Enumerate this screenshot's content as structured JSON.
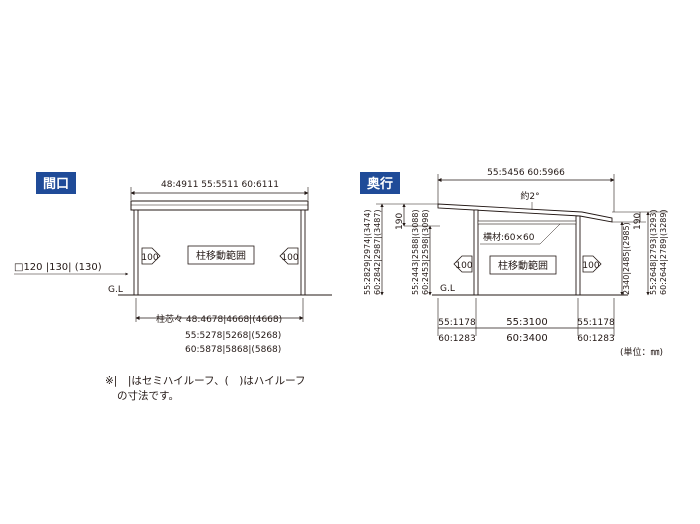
{
  "frontage": {
    "badge": "間口",
    "overall_width": "48:4911  55:5511  60:6111",
    "post_size": "□120 |130|  (130)",
    "ground": "G.L",
    "arrow_left": "100",
    "arrow_right": "100",
    "range_label": "柱移動範囲",
    "core_1": "柱芯々 48:4678|4668|(4668)",
    "core_2": "55:5278|5268|(5268)",
    "core_3": "60:5878|5868|(5868)"
  },
  "depth": {
    "badge": "奥行",
    "overall_depth": "55:5456  60:5966",
    "slope": "約2°",
    "beam": "横材:60×60",
    "arrow_left": "100",
    "arrow_right": "100",
    "range_label": "柱移動範囲",
    "ground": "G.L",
    "height_left_1": "55:2829|2974|(3474)",
    "height_left_2": "60:2842|2987|(3487)",
    "eave_190": "190",
    "inner_height_1": "55:2443|2588|(3088)",
    "inner_height_2": "60:2453|2598|(3098)",
    "right_height": "2340|2485|(2985)",
    "right_height_1": "55:2648|2793|(3293)",
    "right_height_2": "60:2644|2789|(3289)",
    "right_190": "190",
    "dim_bottom_left_1": "55:1178",
    "dim_bottom_left_2": "60:1283",
    "dim_bottom_mid_1": "55:3100",
    "dim_bottom_mid_2": "60:3400",
    "dim_bottom_right_1": "55:1178",
    "dim_bottom_right_2": "60:1283",
    "unit": "(単位：㎜)"
  },
  "note": {
    "line1": "※|　|はセミハイルーフ、(　)はハイルーフ",
    "line2": "の寸法です。"
  },
  "colors": {
    "badge_bg": "#1f4b98",
    "line": "#231815"
  }
}
